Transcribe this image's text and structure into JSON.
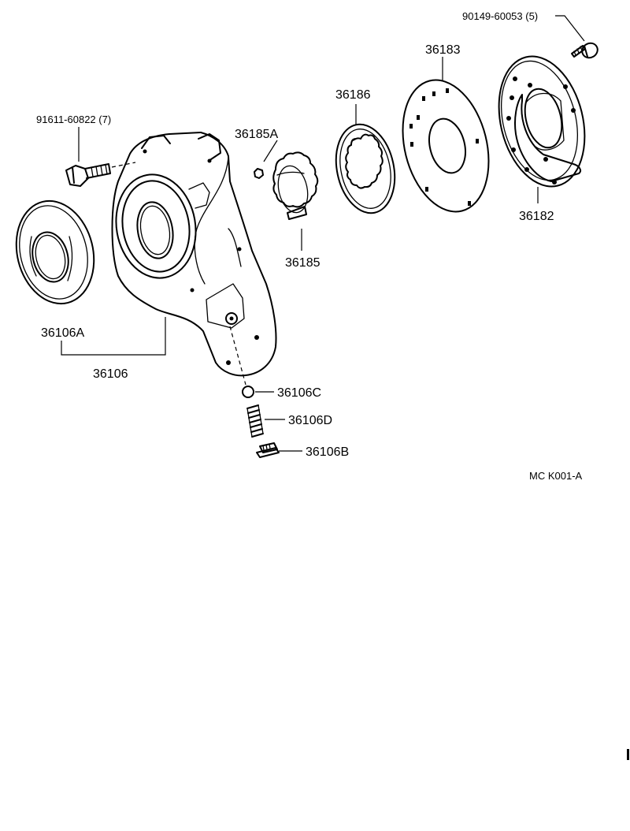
{
  "diagram": {
    "code": "MC K001-A",
    "parts": {
      "bolt_top_right": "90149-60053 (5)",
      "plate_36183": "36183",
      "plate_36182": "36182",
      "gear_outer_36186": "36186",
      "bolt_left": "91611-60822 (7)",
      "pin_36185A": "36185A",
      "gear_inner_36185": "36185",
      "seal_36106A": "36106A",
      "housing_36106": "36106",
      "ball_36106C": "36106C",
      "spring_36106D": "36106D",
      "plug_36106B": "36106B"
    }
  }
}
